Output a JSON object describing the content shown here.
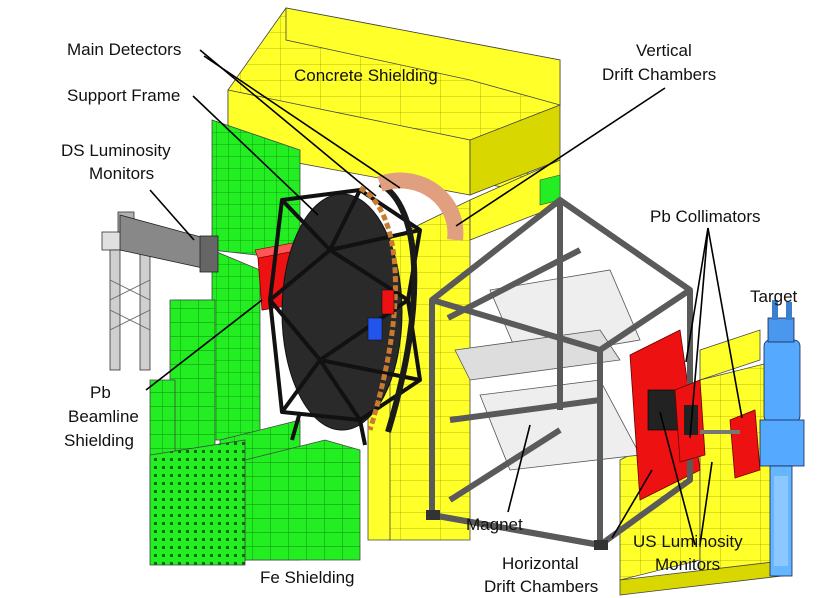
{
  "labels": {
    "main_detectors": "Main Detectors",
    "support_frame": "Support Frame",
    "ds_lumi_1": "DS Luminosity",
    "ds_lumi_2": "Monitors",
    "concrete": "Concrete Shielding",
    "vdc_1": "Vertical",
    "vdc_2": "Drift Chambers",
    "pb_coll": "Pb Collimators",
    "target": "Target",
    "pb_beam_1": "Pb",
    "pb_beam_2": "Beamline",
    "pb_beam_3": "Shielding",
    "magnet": "Magnet",
    "hdc_1": "Horizontal",
    "hdc_2": "Drift Chambers",
    "us_lumi_1": "US Luminosity",
    "us_lumi_2": "Monitors",
    "fe": "Fe Shielding"
  },
  "colors": {
    "concrete": "#ffff2a",
    "concrete_dark": "#d8d800",
    "fe": "#22ee22",
    "fe_dark": "#14b814",
    "lead_pb": "#ee1111",
    "target_blue": "#55aaff",
    "frame_dark": "#151515",
    "magnet_grey": "#5c5c5c",
    "copper": "#e0a080"
  }
}
